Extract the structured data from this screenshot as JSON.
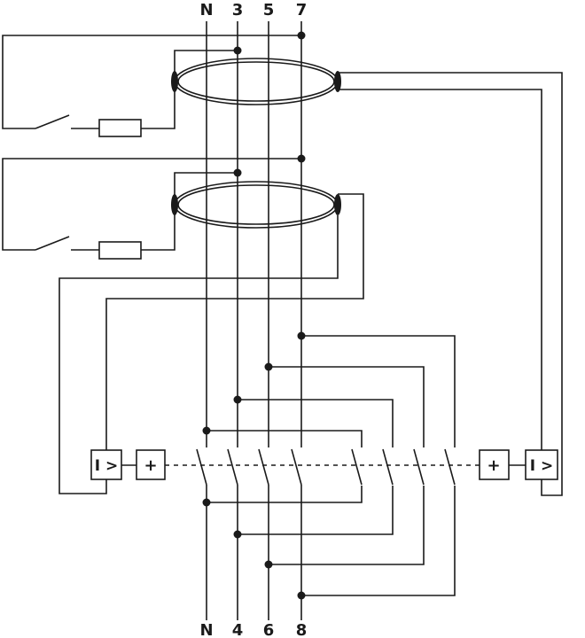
{
  "top_labels": [
    "N",
    "3",
    "5",
    "7"
  ],
  "bottom_labels": [
    "N",
    "4",
    "6",
    "8"
  ],
  "relay_left": "I >",
  "relay_right": "I >",
  "test_left": "+",
  "test_right": "+",
  "colors": {
    "line": "#1a1a1a",
    "background": "#ffffff"
  }
}
